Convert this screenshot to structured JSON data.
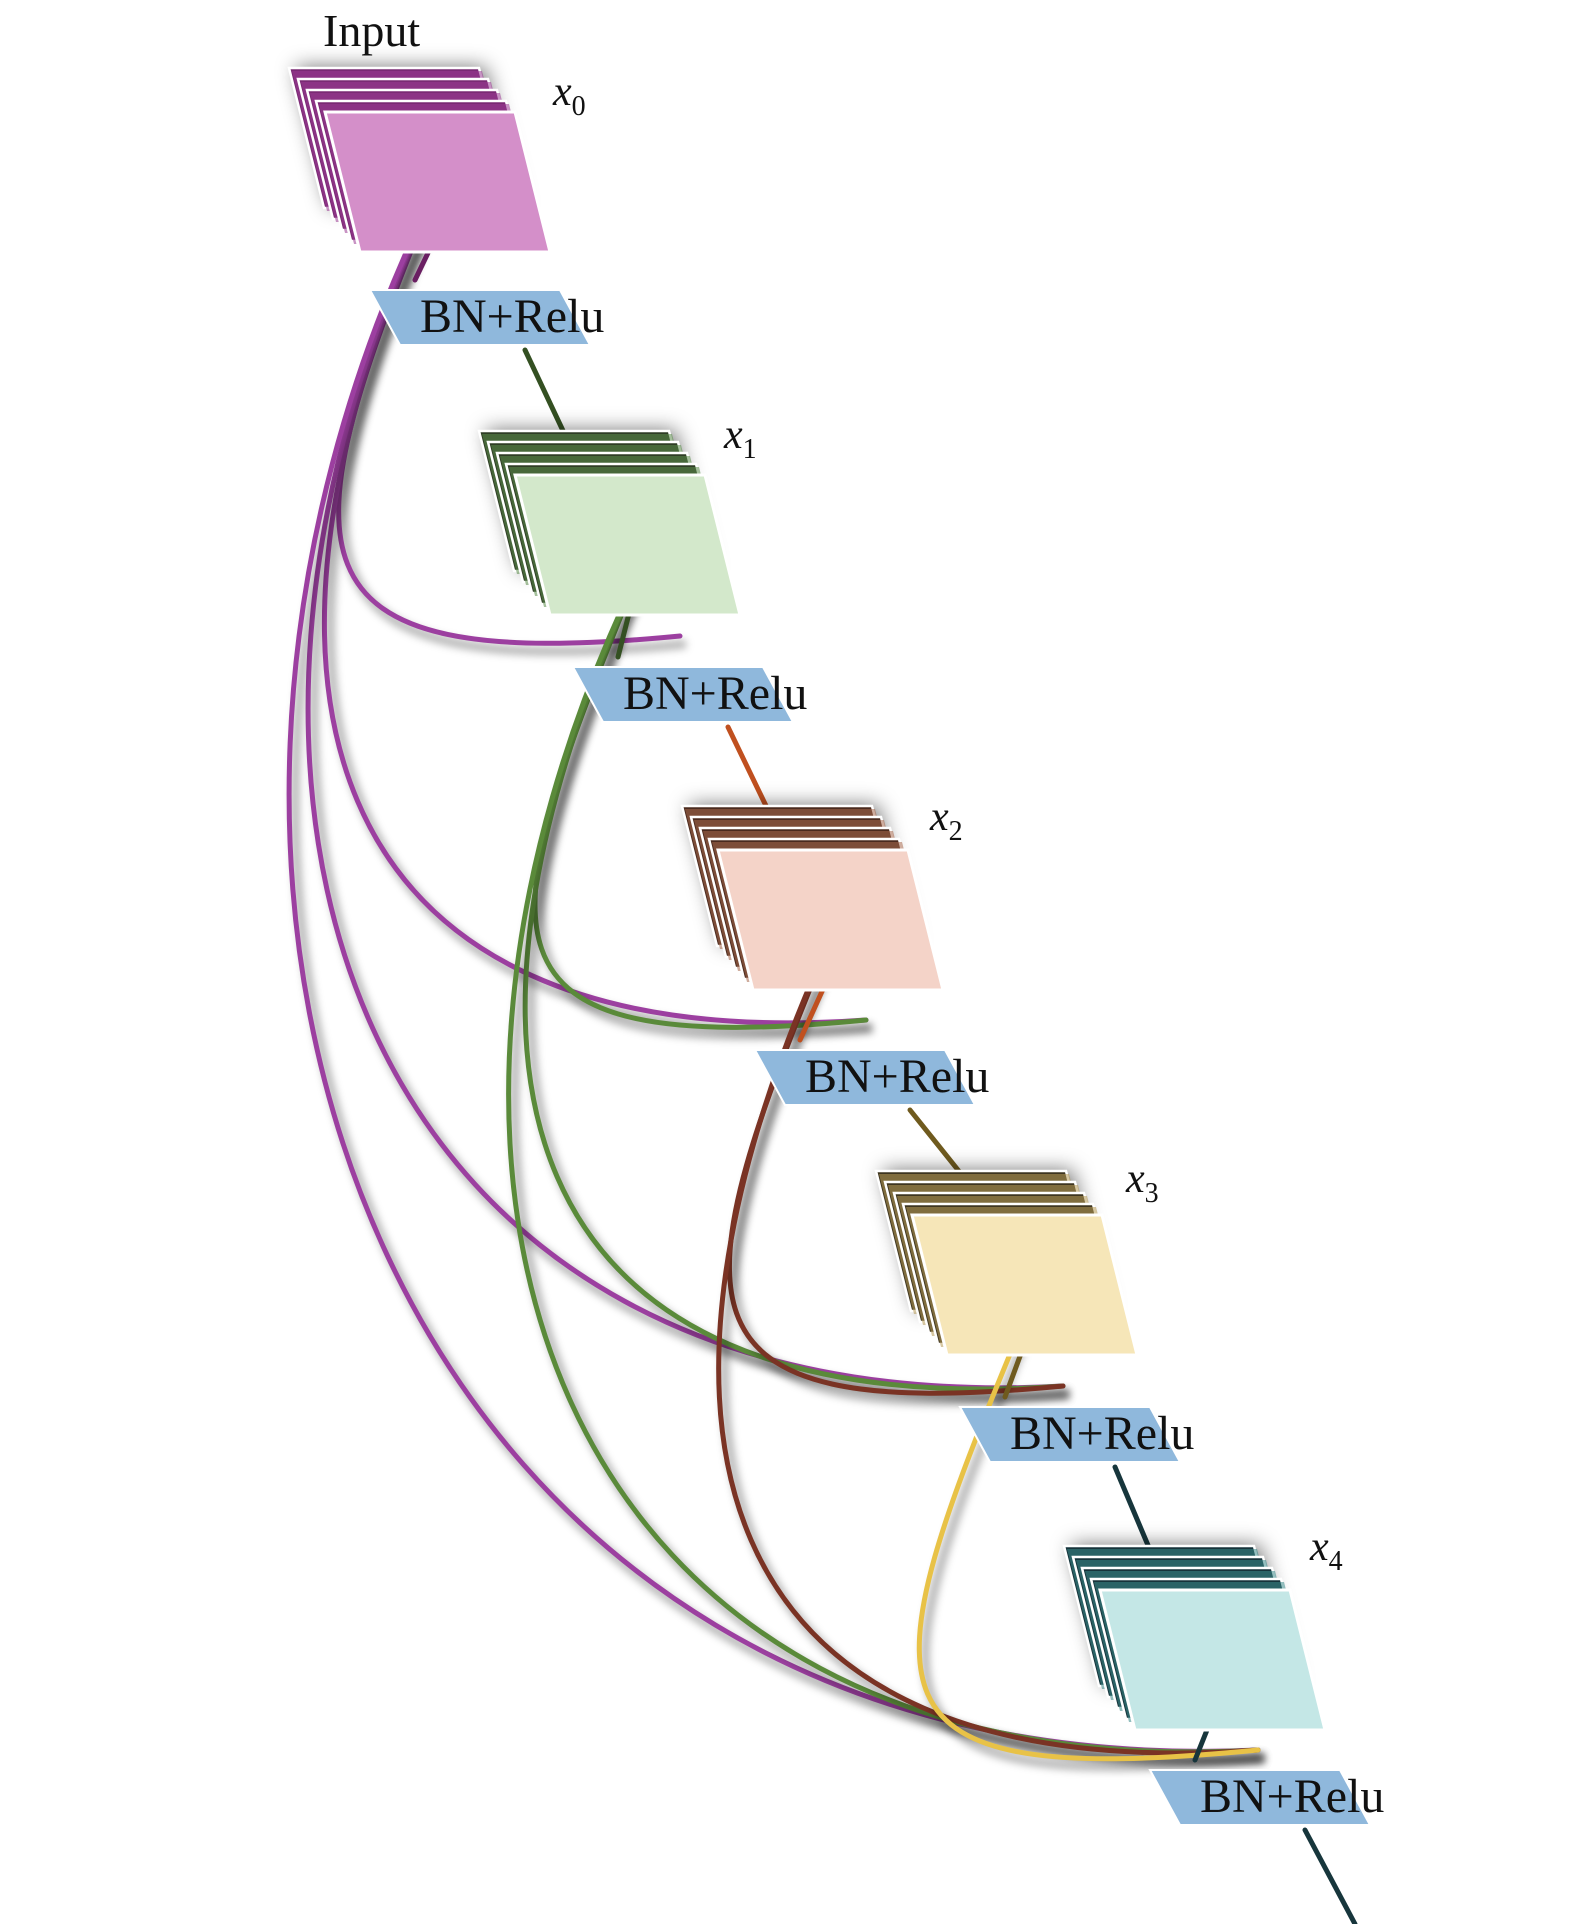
{
  "input_label": "Input",
  "block_label": "BN+Relu",
  "feature_maps": [
    {
      "var": "x",
      "sub": "0",
      "front": "#d48fc9",
      "back": "#7a2a74",
      "edge": "#9b3b93",
      "link": "#9c3fa0"
    },
    {
      "var": "x",
      "sub": "1",
      "front": "#d3e8cb",
      "back": "#2f3d26",
      "edge": "#5b8c4a",
      "link": "#5a8a3a"
    },
    {
      "var": "x",
      "sub": "2",
      "front": "#f4d3c8",
      "back": "#4a2a1e",
      "edge": "#a86a4f",
      "link": "#7a3324"
    },
    {
      "var": "x",
      "sub": "3",
      "front": "#f6e6b8",
      "back": "#3e3520",
      "edge": "#b79a58",
      "link": "#e8c247"
    },
    {
      "var": "x",
      "sub": "4",
      "front": "#c4e7e6",
      "back": "#16333a",
      "edge": "#3c8a8a",
      "link": "#2a8080"
    }
  ],
  "colors": {
    "block_fill": "#8fb8dc",
    "block_text": "#111111",
    "stem_purple": "#6a1f62",
    "stem_green": "#345022",
    "stem_orange": "#c0501f",
    "stem_olive": "#6f5a1e",
    "stem_teal": "#17363c"
  }
}
